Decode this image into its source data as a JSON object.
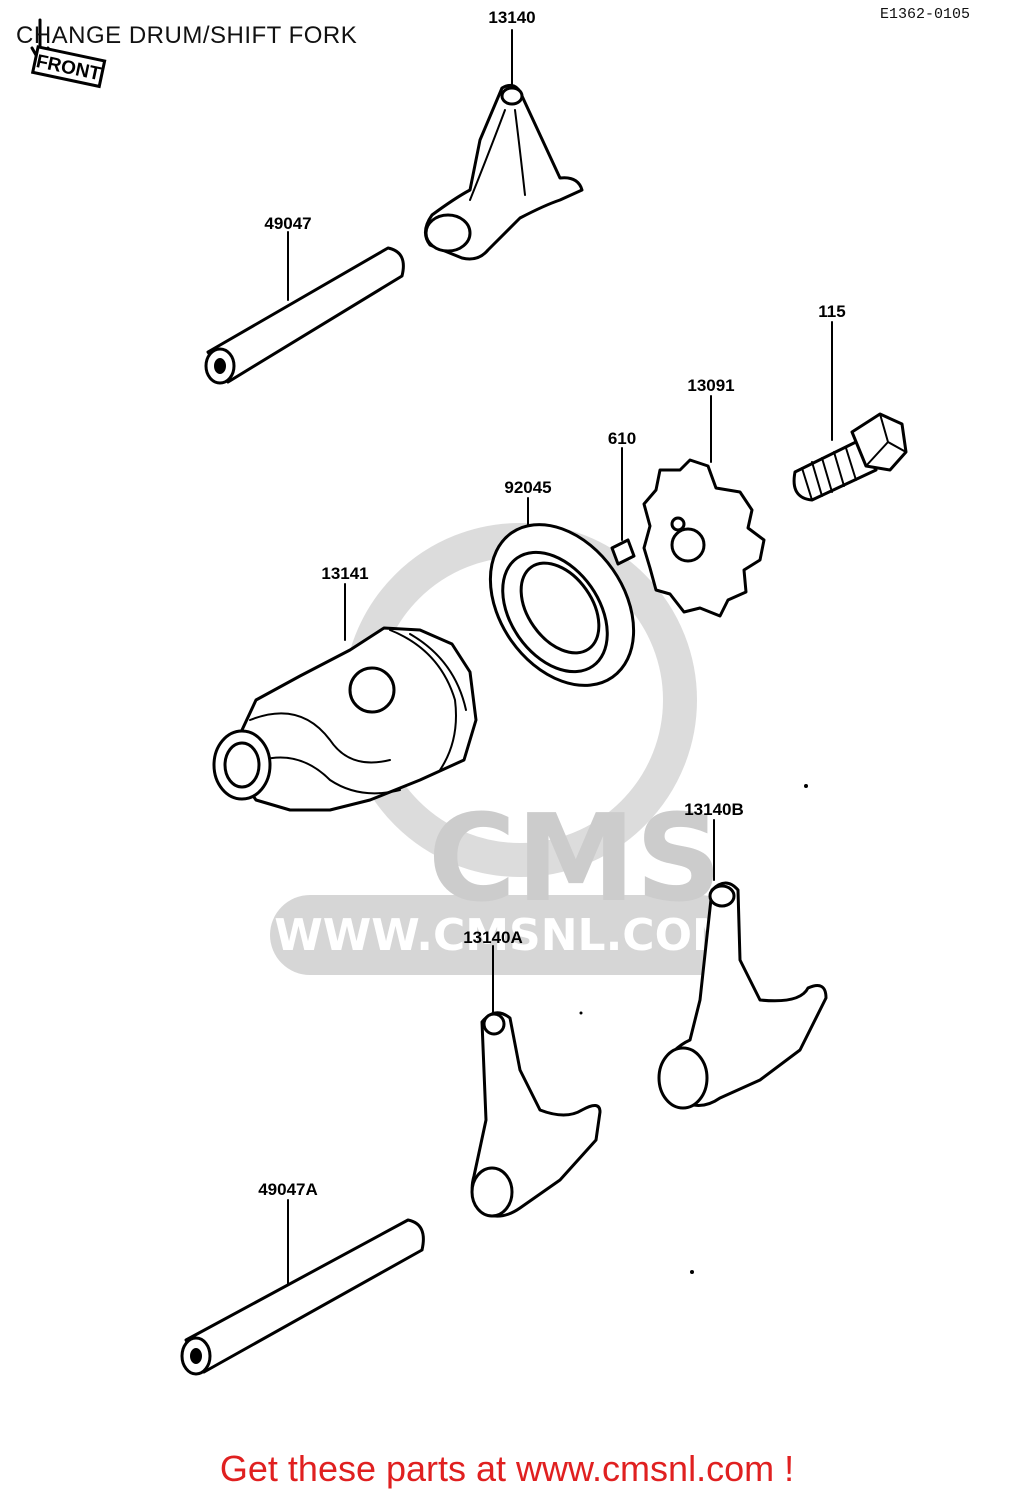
{
  "diagram": {
    "title": "CHANGE DRUM/SHIFT FORK",
    "code": "E1362-0105",
    "front_mark": "FRONT",
    "watermark": {
      "brand": "CMS",
      "url": "WWW.CMSNL.COM"
    },
    "parts": [
      {
        "id": "13140",
        "label": "13140"
      },
      {
        "id": "49047",
        "label": "49047"
      },
      {
        "id": "115",
        "label": "115"
      },
      {
        "id": "13091",
        "label": "13091"
      },
      {
        "id": "610",
        "label": "610"
      },
      {
        "id": "92045",
        "label": "92045"
      },
      {
        "id": "13141",
        "label": "13141"
      },
      {
        "id": "13140B",
        "label": "13140B"
      },
      {
        "id": "13140A",
        "label": "13140A"
      },
      {
        "id": "49047A",
        "label": "49047A"
      }
    ]
  },
  "footer": {
    "cta": "Get these parts at www.cmsnl.com !",
    "cta_color": "#e02020"
  }
}
